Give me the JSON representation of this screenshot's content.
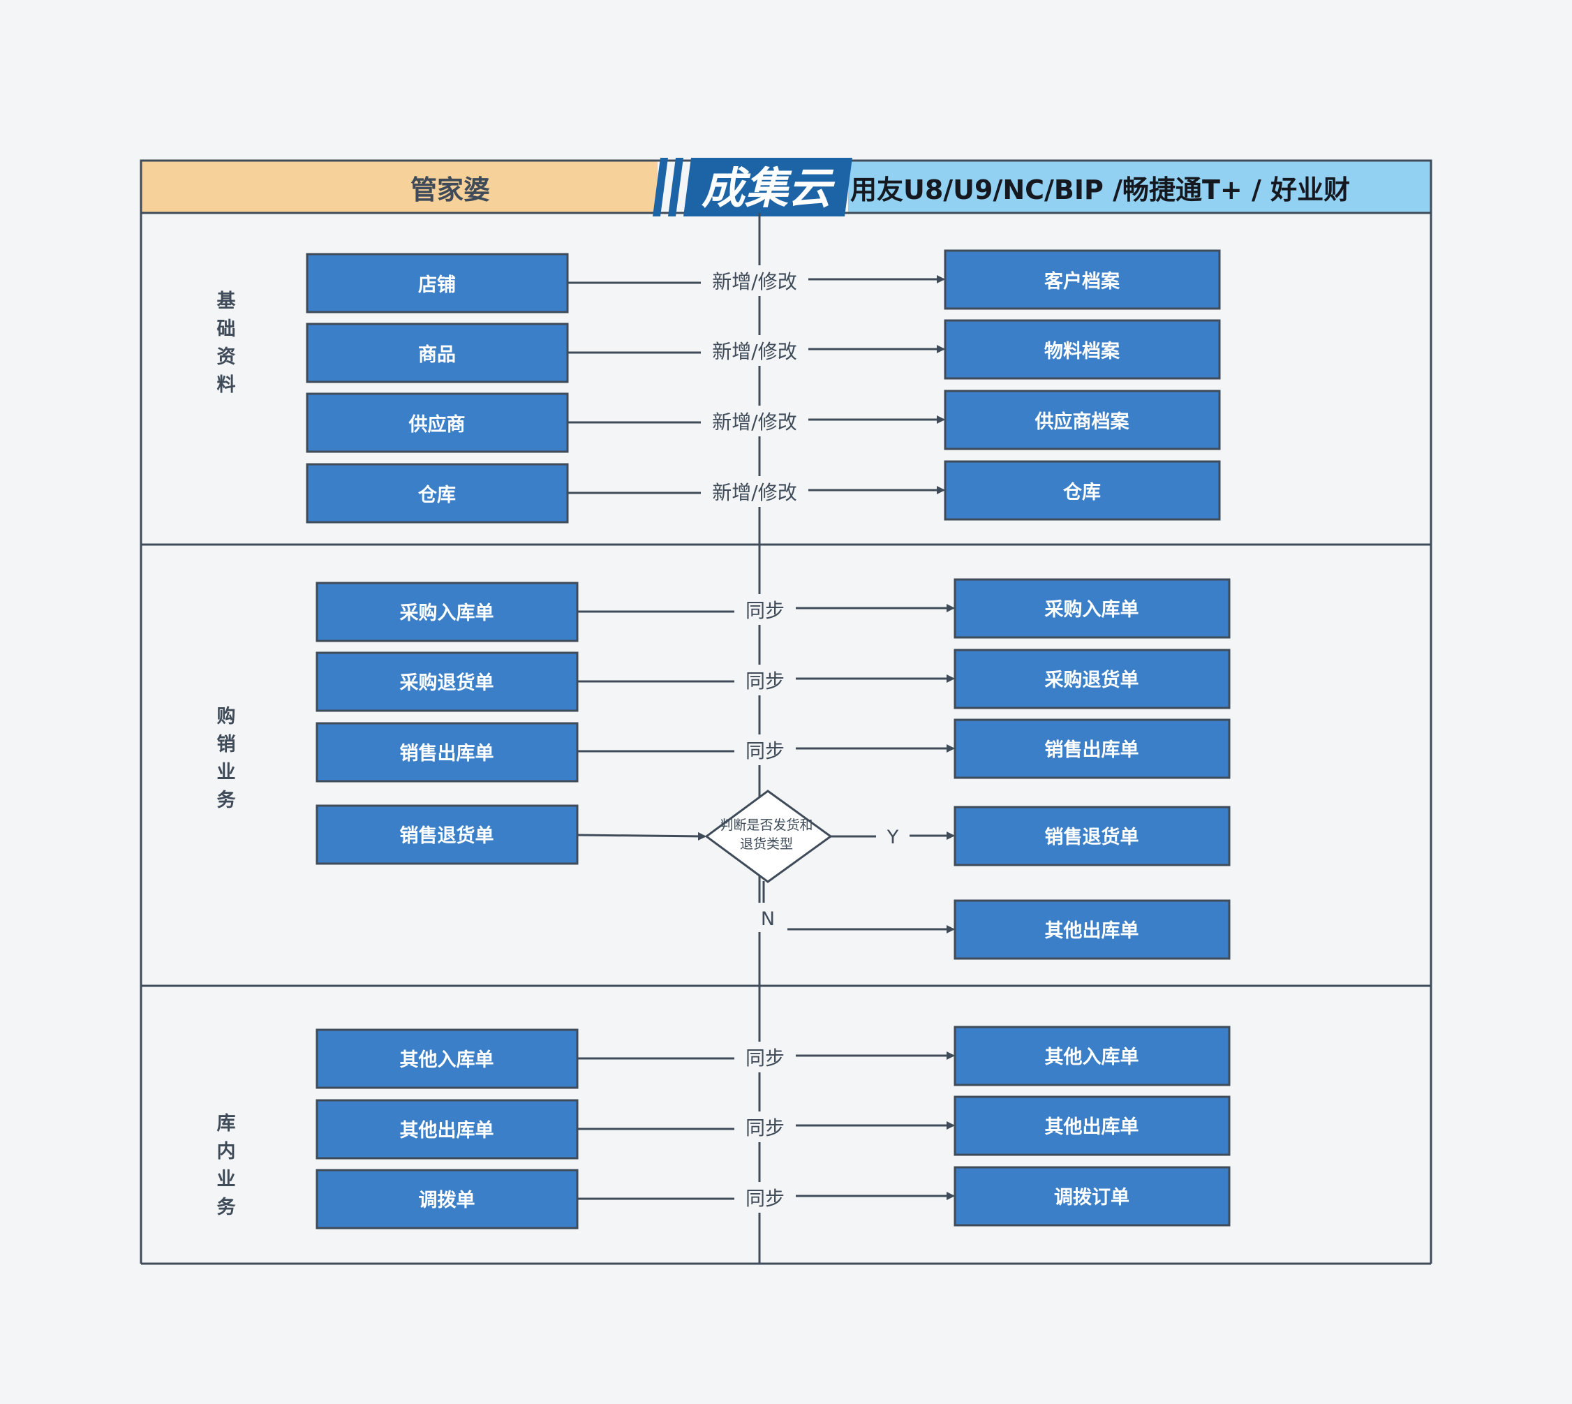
{
  "header": {
    "left_title": "管家婆",
    "logo_text": "成集云",
    "right_title": "用友U8/U9/NC/BIP /畅捷通T+ / 好业财",
    "left_color": "#f6d199",
    "right_color": "#93d1f3",
    "logo_color": "#1d64a6"
  },
  "sections": [
    {
      "label": "基础资料"
    },
    {
      "label": "购销业务"
    },
    {
      "label": "库内业务"
    }
  ],
  "rows": [
    {
      "source": "店铺",
      "action": "新增/修改",
      "target": "客户档案"
    },
    {
      "source": "商品",
      "action": "新增/修改",
      "target": "物料档案"
    },
    {
      "source": "供应商",
      "action": "新增/修改",
      "target": "供应商档案"
    },
    {
      "source": "仓库",
      "action": "新增/修改",
      "target": "仓库"
    },
    {
      "source": "采购入库单",
      "action": "同步",
      "target": "采购入库单"
    },
    {
      "source": "采购退货单",
      "action": "同步",
      "target": "采购退货单"
    },
    {
      "source": "销售出库单",
      "action": "同步",
      "target": "销售出库单"
    },
    {
      "source": "其他入库单",
      "action": "同步",
      "target": "其他入库单"
    },
    {
      "source": "其他出库单",
      "action": "同步",
      "target": "其他出库单"
    },
    {
      "source": "调拨单",
      "action": "同步",
      "target": "调拨订单"
    }
  ],
  "decision": {
    "source": "销售退货单",
    "question_line1": "判断是否发货和",
    "question_line2": "退货类型",
    "yes_label": "Y",
    "yes_target": "销售退货单",
    "no_label": "N",
    "no_target": "其他出库单"
  },
  "colors": {
    "box_fill": "#3b7fc8",
    "box_stroke": "#3f4b58",
    "line": "#3f4b58",
    "label_bg": "#f4f5f7"
  }
}
